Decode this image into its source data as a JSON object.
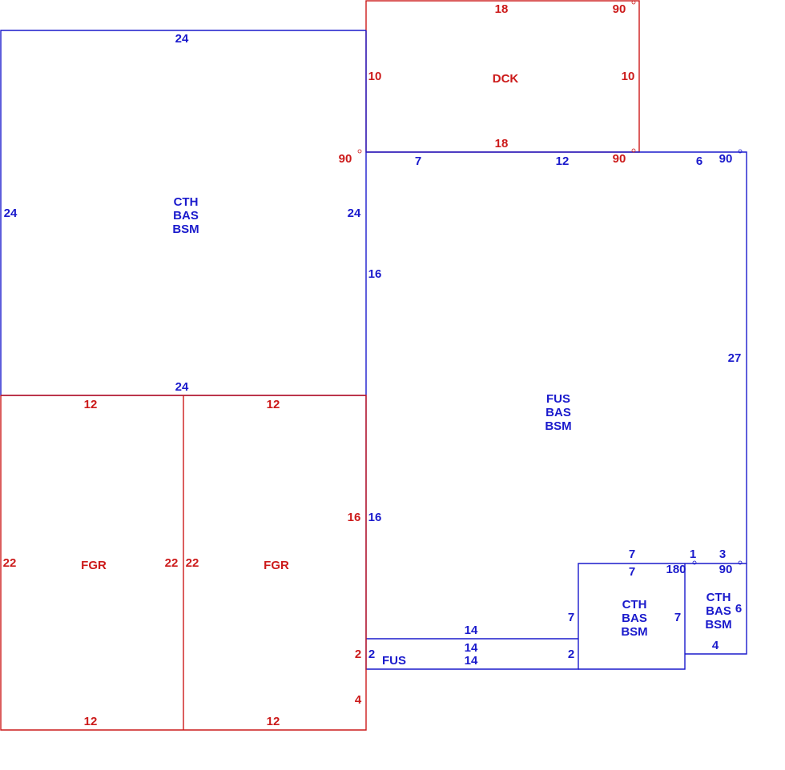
{
  "colors": {
    "primary": "#1a1acc",
    "secondary": "#cc1a1a",
    "background": "#ffffff"
  },
  "deck": {
    "top": "18",
    "bottom": "18",
    "left": "10",
    "right": "10",
    "code": "DCK",
    "angle_tr": "90",
    "angle_br": "90"
  },
  "garage_left_wing": {
    "top_dim": "24",
    "bottom_dim": "24",
    "left_dim": "24",
    "right_dim": "24",
    "angle": "90",
    "codes": [
      "CTH",
      "BAS",
      "BSM"
    ]
  },
  "main_block": {
    "top_left_dim": "7",
    "top_mid_dim": "12",
    "top_right_dim": "6",
    "angle_tr": "90",
    "right_dim": "27",
    "left_upper_dim": "16",
    "left_lower_dim": "16",
    "codes": [
      "FUS",
      "BAS",
      "BSM"
    ]
  },
  "garage_a": {
    "top": "12",
    "bottom": "12",
    "left": "22",
    "right": "22",
    "code": "FGR"
  },
  "garage_b": {
    "top": "12",
    "bottom": "12",
    "left": "22",
    "right": "16",
    "right_lower_a": "2",
    "right_lower_b": "4",
    "code": "FGR"
  },
  "strip": {
    "top_upper": "14",
    "top_lower": "14",
    "bottom": "14",
    "left": "2",
    "right": "2",
    "code": "FUS"
  },
  "bay_small": {
    "top_outer": "7",
    "top_inner": "7",
    "left": "7",
    "right": "7",
    "codes": [
      "CTH",
      "BAS",
      "BSM"
    ]
  },
  "bay_corner": {
    "top_left": "1",
    "top_right": "3",
    "angle_left": "180",
    "angle_right": "90",
    "right": "6",
    "bottom": "4",
    "codes": [
      "CTH",
      "BAS",
      "BSM"
    ]
  }
}
